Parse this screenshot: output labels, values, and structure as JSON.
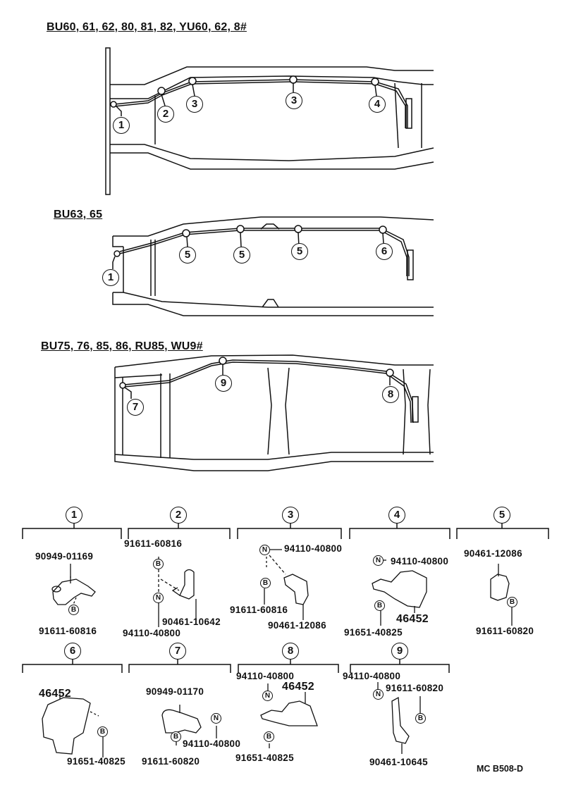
{
  "sections": [
    {
      "title": "BU60, 61, 62, 80, 81, 82, YU60, 62, 8#",
      "callouts": [
        "1",
        "2",
        "3",
        "3",
        "4"
      ]
    },
    {
      "title": "BU63, 65",
      "callouts": [
        "1",
        "5",
        "5",
        "5",
        "6"
      ]
    },
    {
      "title": "BU75, 76, 85, 86, RU85, WU9#",
      "callouts": [
        "7",
        "9",
        "8"
      ]
    }
  ],
  "symbols": {
    "bolt": "B",
    "nut": "N"
  },
  "groups": [
    {
      "id": "1",
      "parts": [
        "90949-01169",
        "91611-60816"
      ]
    },
    {
      "id": "2",
      "parts": [
        "91611-60816",
        "90461-10642",
        "94110-40800"
      ]
    },
    {
      "id": "3",
      "parts": [
        "94110-40800",
        "91611-60816",
        "90461-12086"
      ]
    },
    {
      "id": "4",
      "parts": [
        "94110-40800",
        "91651-40825",
        "46452"
      ]
    },
    {
      "id": "5",
      "parts": [
        "90461-12086",
        "91611-60820"
      ]
    },
    {
      "id": "6",
      "parts": [
        "46452",
        "91651-40825"
      ]
    },
    {
      "id": "7",
      "parts": [
        "90949-01170",
        "94110-40800",
        "91611-60820"
      ]
    },
    {
      "id": "8",
      "parts": [
        "94110-40800",
        "46452",
        "91651-40825"
      ]
    },
    {
      "id": "9",
      "parts": [
        "94110-40800",
        "91611-60820",
        "90461-10645"
      ]
    }
  ],
  "reference": "MC B508-D"
}
